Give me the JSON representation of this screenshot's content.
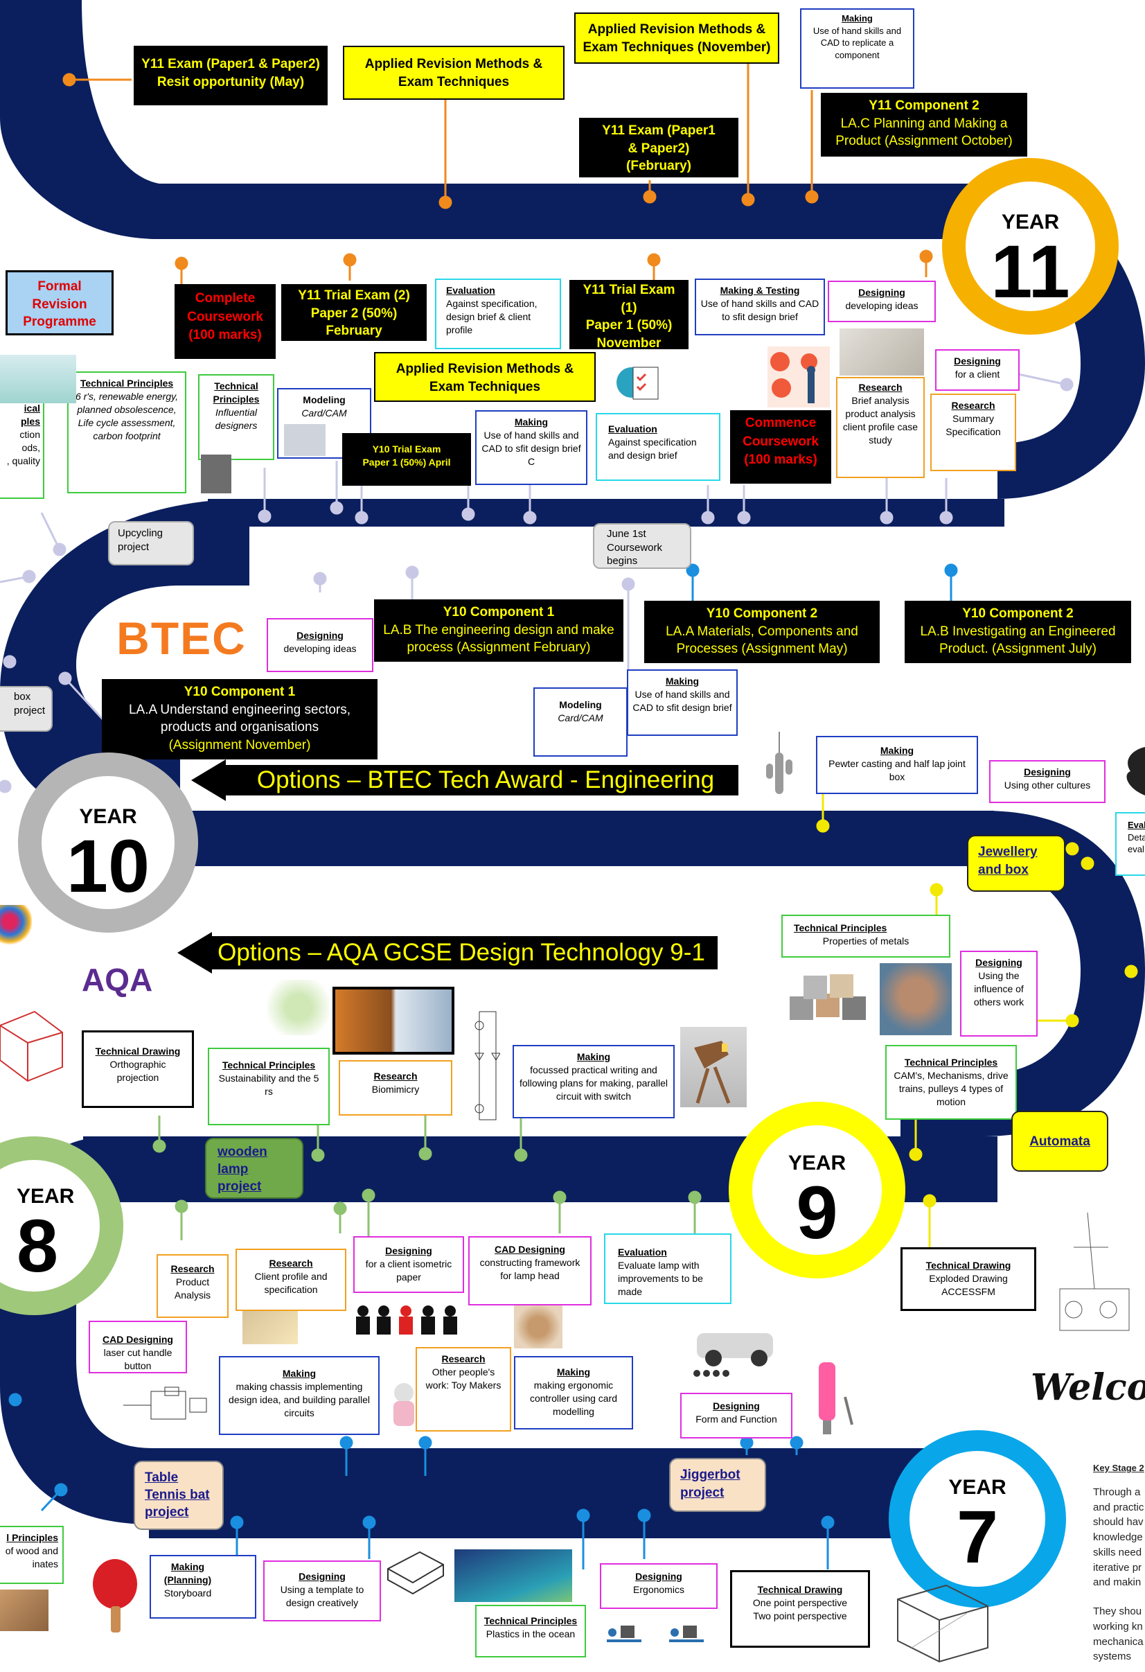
{
  "year_badges": [
    {
      "label": "YEAR",
      "number": "11"
    },
    {
      "label": "YEAR",
      "number": "10"
    },
    {
      "label": "YEAR",
      "number": "9"
    },
    {
      "label": "YEAR",
      "number": "8"
    },
    {
      "label": "YEAR",
      "number": "7"
    }
  ],
  "year11": {
    "exam_may_l1": "Y11 Exam (Paper1 & Paper2)",
    "exam_may_l2": "Resit opportunity (May)",
    "arm_top_l1": "Applied Revision Methods &",
    "arm_top_l2": "Exam Techniques",
    "arm_nov_l1": "Applied Revision Methods &",
    "arm_nov_l2": "Exam Techniques (November)",
    "making_hd": "Making",
    "making_bd": "Use of hand skills and CAD to replicate a component",
    "exam_feb_l1": "Y11 Exam (Paper1",
    "exam_feb_l2": "& Paper2)",
    "exam_feb_l3": "(February)",
    "comp2_l1": "Y11 Component 2",
    "comp2_l2": "LA.C Planning and Making a Product (Assignment October)",
    "formal_l1": "Formal",
    "formal_l2": "Revision",
    "formal_l3": "Programme",
    "complete_l1": "Complete",
    "complete_l2": "Coursework",
    "complete_l3": "(100 marks)",
    "trial2_l1": "Y11 Trial Exam (2)",
    "trial2_l2": "Paper 2 (50%)",
    "trial2_l3": "February",
    "eval_hd": "Evaluation",
    "eval_bd": "Against specification, design brief & client profile",
    "trial1_l1": "Y11 Trial Exam",
    "trial1_l2": "(1)",
    "trial1_l3": "Paper 1 (50%)",
    "trial1_l4": "November",
    "mt_hd": "Making & Testing",
    "mt_bd": "Use of hand skills and CAD to sfit design brief",
    "des_dev_hd": "Designing",
    "des_dev_bd": "developing ideas",
    "des_client_hd": "Designing",
    "des_client_bd": "for a client",
    "arm_mid_l1": "Applied Revision Methods &",
    "arm_mid_l2": "Exam Techniques",
    "commence_l1": "Commence",
    "commence_l2": "Coursework",
    "commence_l3": "(100 marks)",
    "research1_hd": "Research",
    "research1_bd": "Brief analysis product analysis client profile case study",
    "research2_hd": "Research",
    "research2_bd": "Summary Specification",
    "tp_hd": "Technical Principles",
    "tp_bd": "6 r's, renewable energy, planned obsolescence, Life cycle assessment, carbon footprint",
    "tp2_hd": "Technical Principles",
    "tp2_bd": "Influential designers",
    "model_hd": "Modeling",
    "model_bd": "Card/CAM",
    "y10trial_l1": "Y10 Trial Exam",
    "y10trial_l2": "Paper 1 (50%) April",
    "making2_hd": "Making",
    "making2_bd": "Use of hand skills and CAD to sfit design brief C",
    "eval2_hd": "Evaluation",
    "eval2_bd": "Against specification and design brief",
    "left_tp_l1": "ical",
    "left_tp_l2": "ples",
    "left_tp_l3": "ction",
    "left_tp_l4": "ods,",
    "left_tp_l5": ", quality"
  },
  "year10": {
    "upcycling_l1": "Upcycling",
    "upcycling_l2": "project",
    "june_l1": "June 1st",
    "june_l2": "Coursework",
    "june_l3": "begins",
    "btec": "BTEC",
    "des_hd": "Designing",
    "des_bd": "developing ideas",
    "c1b_l1": "Y10 Component 1",
    "c1b_l2": "LA.B The engineering design and make process (Assignment February)",
    "c2a_l1": "Y10 Component 2",
    "c2a_l2": "LA.A Materials, Components and Processes (Assignment May)",
    "c2b_l1": "Y10 Component 2",
    "c2b_l2": "LA.B Investigating an Engineered Product. (Assignment July)",
    "c1a_l1": "Y10 Component 1",
    "c1a_l2": "LA.A Understand engineering sectors, products and organisations",
    "c1a_l3": "(Assignment November)",
    "box_l1": "box",
    "box_l2": "project",
    "model_hd": "Modeling",
    "model_bd": "Card/CAM",
    "making_hd": "Making",
    "making_bd": "Use of hand skills and CAD to sfit design brief",
    "btec_arrow": "Options – BTEC Tech Award - Engineering",
    "pewter_hd": "Making",
    "pewter_bd": "Pewter casting and half lap joint box",
    "cult_hd": "Designing",
    "cult_bd": "Using other cultures",
    "eval_l1": "Eval",
    "eval_l2": "Deta",
    "eval_l3": "eval"
  },
  "year9": {
    "jewellery_l1": "Jewellery",
    "jewellery_l2": "and box",
    "tp_metal_hd": "Technical Principles",
    "tp_metal_bd": "Properties of metals",
    "aqa_arrow": "Options – AQA GCSE Design Technology 9-1",
    "aqa": "AQA",
    "des_inf_hd": "Designing",
    "des_inf_bd": "Using the influence of others work",
    "td_hd": "Technical Drawing",
    "td_bd": "Orthographic projection",
    "tp_sus_hd": "Technical Principles",
    "tp_sus_bd": "Sustainability and the 5 rs",
    "bio_hd": "Research",
    "bio_bd": "Biomimicry",
    "making_hd": "Making",
    "making_bd": "focussed practical writing and following plans for making, parallel circuit with switch",
    "tp_cam_hd": "Technical Principles",
    "tp_cam_bd": "CAM's, Mechanisms, drive trains, pulleys 4 types of motion",
    "automata": "Automata",
    "lamp_l1": "wooden",
    "lamp_l2": "lamp",
    "lamp_l3": "project",
    "exploded_hd": "Technical Drawing",
    "exploded_bd": "Exploded Drawing ACCESSFM"
  },
  "year8": {
    "res_prod_hd": "Research",
    "res_prod_bd": "Product Analysis",
    "res_client_hd": "Research",
    "res_client_bd": "Client profile and specification",
    "des_iso_hd": "Designing",
    "des_iso_bd": "for a client isometric paper",
    "cad_lamp_hd": "CAD Designing",
    "cad_lamp_bd": "constructing framework for lamp head",
    "eval_hd": "Evaluation",
    "eval_bd": "Evaluate lamp with improvements to be made",
    "cad_laser_hd": "CAD Designing",
    "cad_laser_bd": "laser cut handle button",
    "chassis_hd": "Making",
    "chassis_bd": "making chassis implementing design idea, and building parallel circuits",
    "toy_hd": "Research",
    "toy_bd": "Other people's work: Toy Makers",
    "ergo_hd": "Making",
    "ergo_bd": "making ergonomic controller using card modelling",
    "form_hd": "Designing",
    "form_bd": "Form and Function",
    "welcome": "Welco"
  },
  "year7": {
    "ttbat_l1": "Table",
    "ttbat_l2": "Tennis bat",
    "ttbat_l3": "project",
    "jigger_l1": "Jiggerbot",
    "jigger_l2": "project",
    "tp_wood_hd": "l Principles",
    "tp_wood_l1": "of wood and",
    "tp_wood_l2": "inates",
    "story_hd": "Making (Planning)",
    "story_bd": "Storyboard",
    "template_hd": "Designing",
    "template_bd": "Using a template to design creatively",
    "plastics_hd": "Technical Principles",
    "plastics_bd": "Plastics in the ocean",
    "ergonomics_hd": "Designing",
    "ergonomics_bd": "Ergonomics",
    "persp_hd": "Technical Drawing",
    "persp_l1": "One point perspective",
    "persp_l2": "Two point perspective",
    "ks_title": "Key Stage 2",
    "ks_p1_l1": "Through a",
    "ks_p1_l2": "and practic",
    "ks_p1_l3": "should hav",
    "ks_p1_l4": "knowledge",
    "ks_p1_l5": "skills need",
    "ks_p1_l6": "iterative pr",
    "ks_p1_l7": "and makin",
    "ks_p2_l1": "They shou",
    "ks_p2_l2": "working kn",
    "ks_p2_l3": "mechanica",
    "ks_p2_l4": "systems"
  },
  "colors": {
    "road": "#0b1f5e",
    "year11": "#f6b000",
    "year10": "#b5b5b5",
    "year9": "#ffff00",
    "year8": "#9fc87a",
    "year7": "#0aa6ea",
    "pin_orange": "#f08a1c",
    "pin_lilac": "#c8c8e6",
    "pin_blue": "#1a8fe0",
    "pin_yellow": "#f3e800",
    "pin_green": "#8dc26f"
  }
}
